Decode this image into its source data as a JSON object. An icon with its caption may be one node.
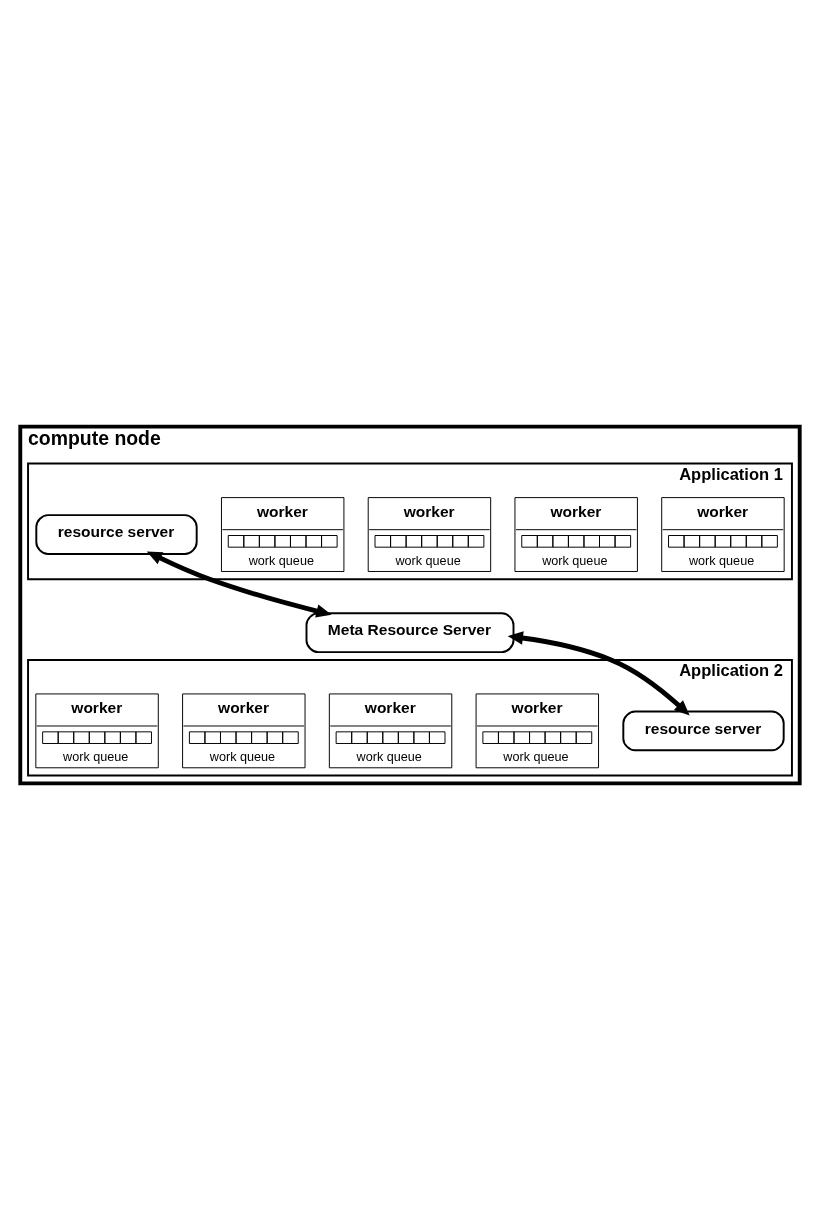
{
  "diagram": {
    "nodes": [
      {
        "text": [
          "compute node"
        ]
      },
      {
        "text": [
          "Application 1"
        ],
        "in": 0
      },
      {
        "text": [
          "worker",
          "work queue"
        ],
        "in": 1
      },
      {
        "text": [
          "worker",
          "work queue"
        ],
        "in": 1
      },
      {
        "text": [
          "worker",
          "work queue"
        ],
        "in": 1
      },
      {
        "text": [
          "worker",
          "work queue"
        ],
        "in": 1
      },
      {
        "text": [
          "resource server"
        ],
        "in": 1
      },
      {
        "text": [
          "Meta Resource Server"
        ],
        "in": 0
      },
      {
        "text": [
          "Application 2"
        ],
        "in": 0
      },
      {
        "text": [
          "resource server"
        ],
        "in": 8
      },
      {
        "text": [
          "worker",
          "work queue"
        ],
        "in": 8
      },
      {
        "text": [
          "worker",
          "work queue"
        ],
        "in": 8
      },
      {
        "text": [
          "worker",
          "work queue"
        ],
        "in": 8
      },
      {
        "text": [
          "worker",
          "work queue"
        ],
        "in": 8
      }
    ],
    "edges": [
      {
        "from": 6,
        "to": 7,
        "arrow": "both"
      },
      {
        "from": 7,
        "to": 9,
        "arrow": "both"
      }
    ]
  }
}
